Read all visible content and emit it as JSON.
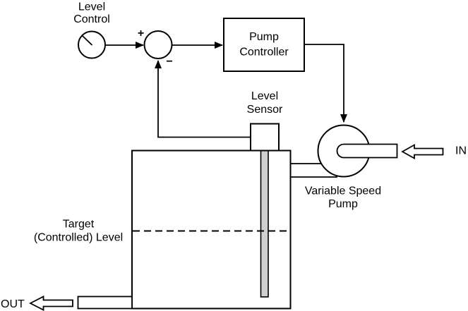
{
  "labels": {
    "level_control": {
      "line1": "Level",
      "line2": "Control"
    },
    "sum_plus": "+",
    "sum_minus": "−",
    "pump_controller": {
      "line1": "Pump",
      "line2": "Controller"
    },
    "level_sensor": {
      "line1": "Level",
      "line2": "Sensor"
    },
    "variable_speed_pump": {
      "line1": "Variable Speed",
      "line2": "Pump"
    },
    "target_level": {
      "line1": "Target",
      "line2": "(Controlled) Level"
    },
    "inlet": "IN",
    "outlet": "OUT"
  },
  "colors": {
    "line": "#000000",
    "background": "#ffffff",
    "sensor_probe_fill": "#d0d0d0"
  }
}
